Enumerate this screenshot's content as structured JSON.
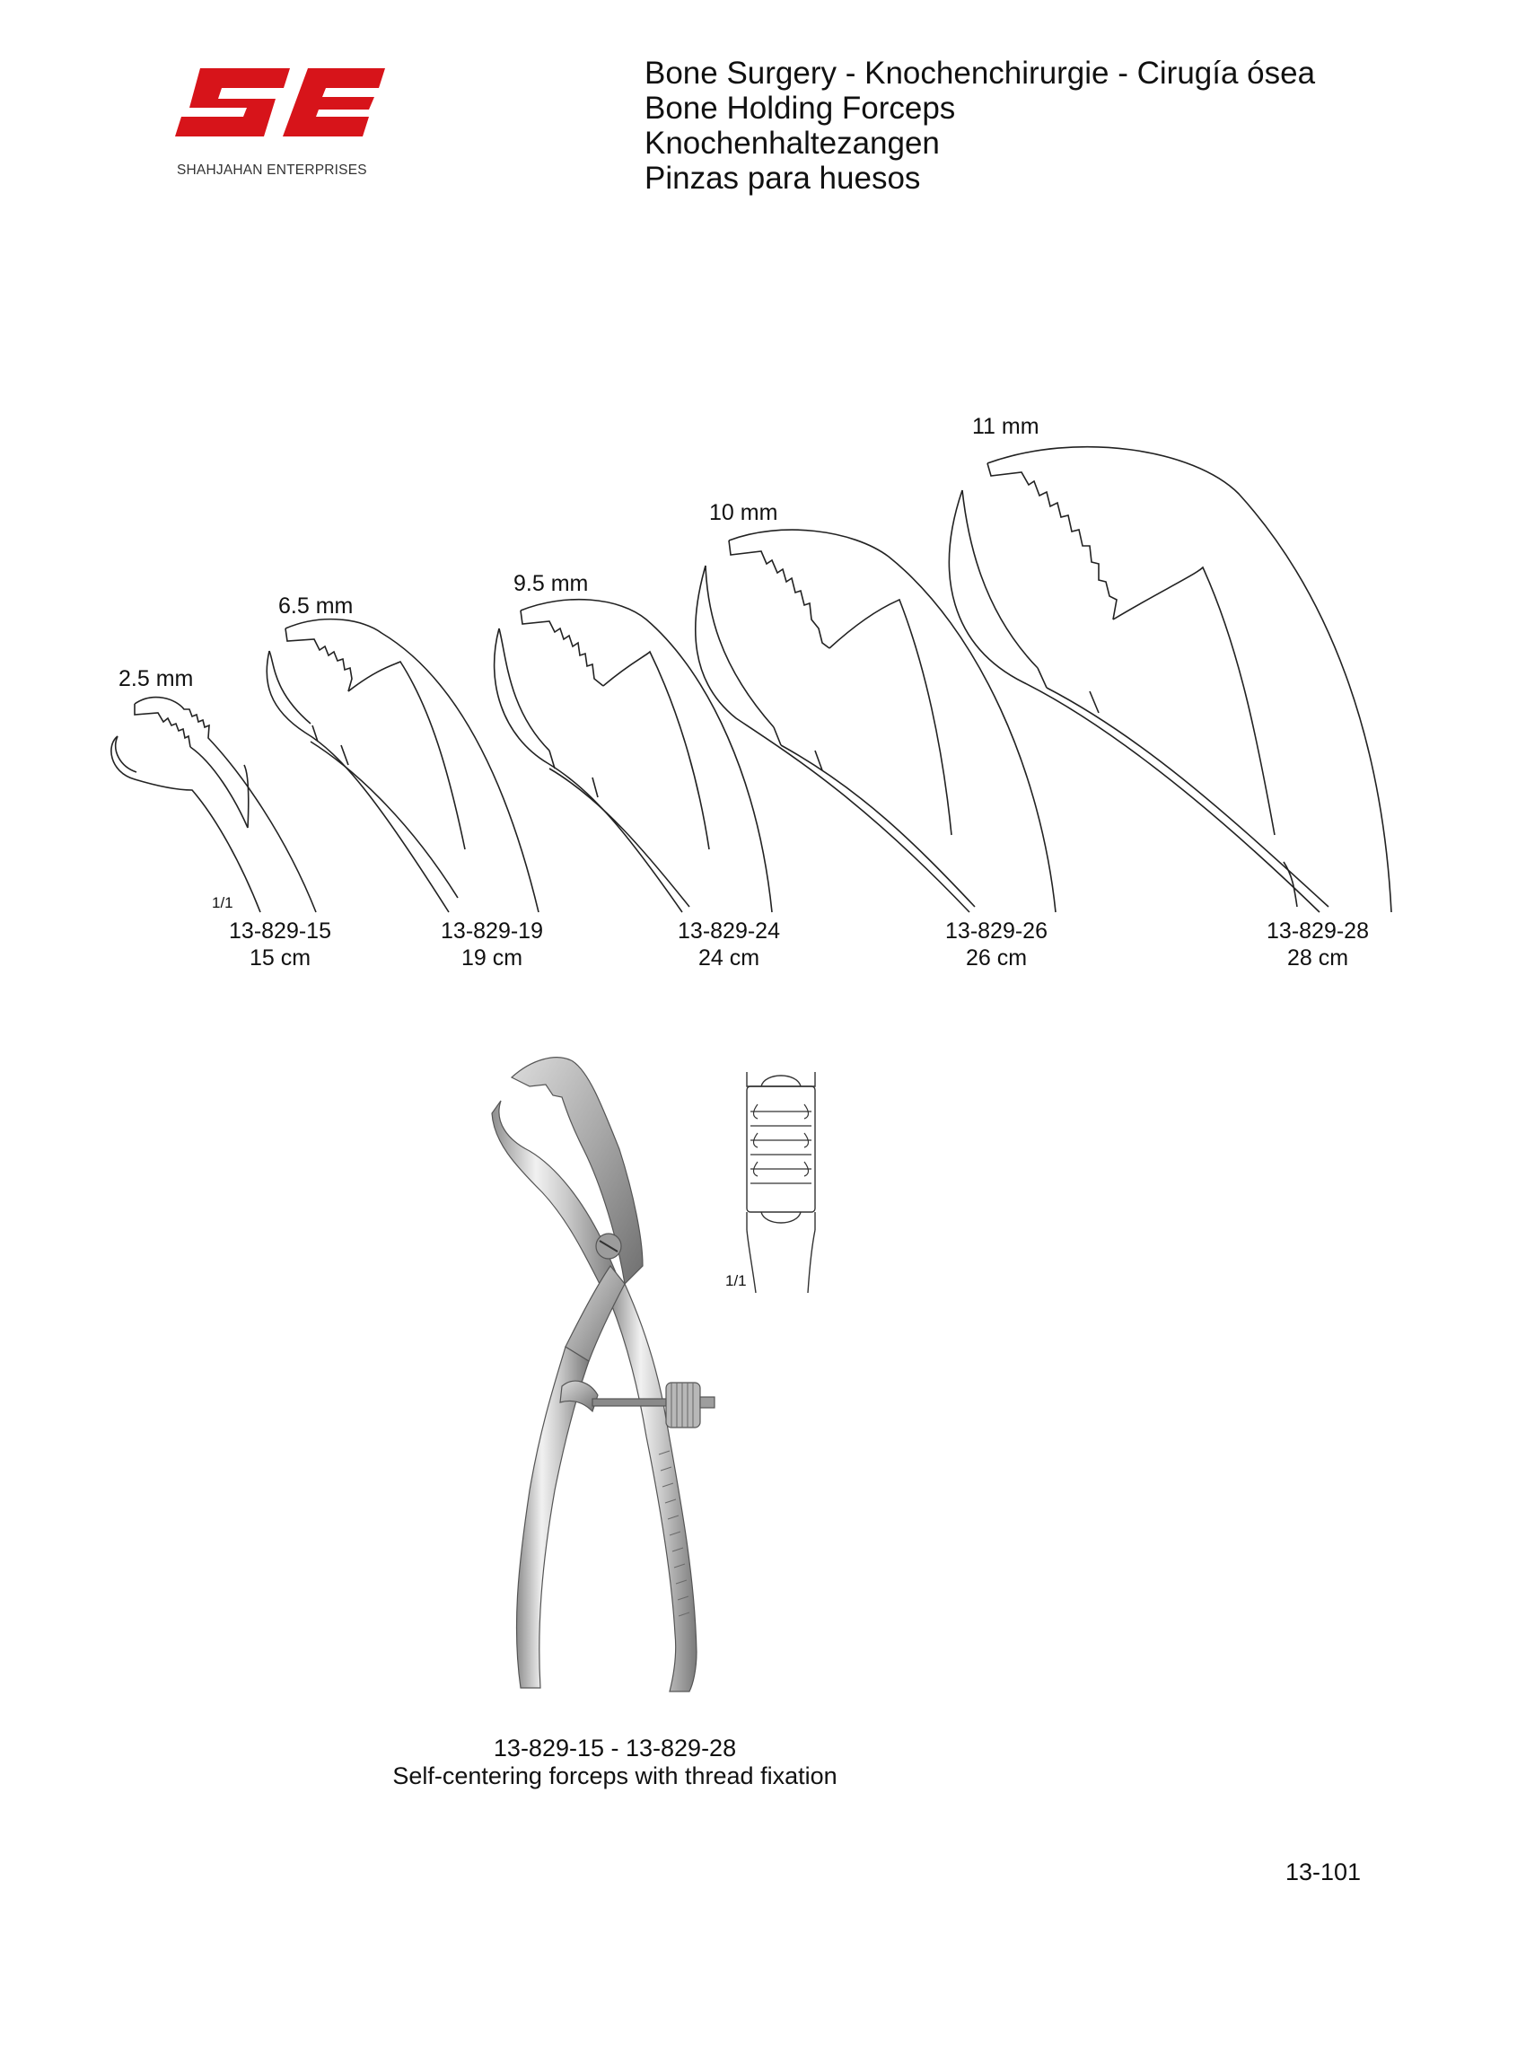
{
  "logo": {
    "caption": "SHAHJAHAN ENTERPRISES",
    "brand_color": "#d7141a"
  },
  "header": {
    "line1": "Bone Surgery  -  Knochenchirurgie  -  Cirugía ósea",
    "line2": "Bone Holding Forceps",
    "line3": "Knochenhaltezangen",
    "line4": "Pinzas para huesos"
  },
  "jaw_opening_labels": [
    "2.5 mm",
    "6.5 mm",
    "9.5 mm",
    "10 mm",
    "11 mm"
  ],
  "scale_label": "1/1",
  "models": [
    {
      "code": "13-829-15",
      "length": "15 cm"
    },
    {
      "code": "13-829-19",
      "length": "19 cm"
    },
    {
      "code": "13-829-24",
      "length": "24 cm"
    },
    {
      "code": "13-829-26",
      "length": "26 cm"
    },
    {
      "code": "13-829-28",
      "length": "28 cm"
    }
  ],
  "detail_scale_label": "1/1",
  "product": {
    "range": "13-829-15  -  13-829-28",
    "description": "Self-centering forceps with thread fixation"
  },
  "page_number": "13-101"
}
